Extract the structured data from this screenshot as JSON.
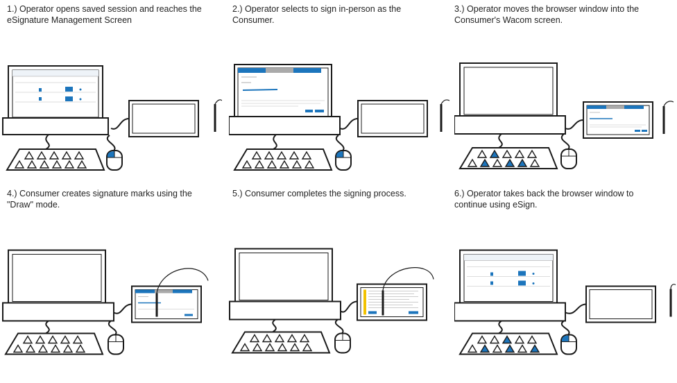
{
  "steps": [
    {
      "caption": "1.) Operator opens saved session and reaches the eSignature Management Screen"
    },
    {
      "caption": "2.) Operator selects to sign in-person as the Consumer."
    },
    {
      "caption": "3.) Operator moves the browser window into the Consumer's Wacom screen."
    },
    {
      "caption": "4.) Consumer creates signature marks using the \"Draw\" mode."
    },
    {
      "caption": "5.) Consumer completes the signing process."
    },
    {
      "caption": "6.) Operator takes back the browser window to continue using eSign."
    }
  ],
  "colors": {
    "accent": "#1c75bc",
    "ink": "#1a1a1a",
    "grey_tab": "#aaaaaa",
    "highlight": "#f2c200"
  }
}
